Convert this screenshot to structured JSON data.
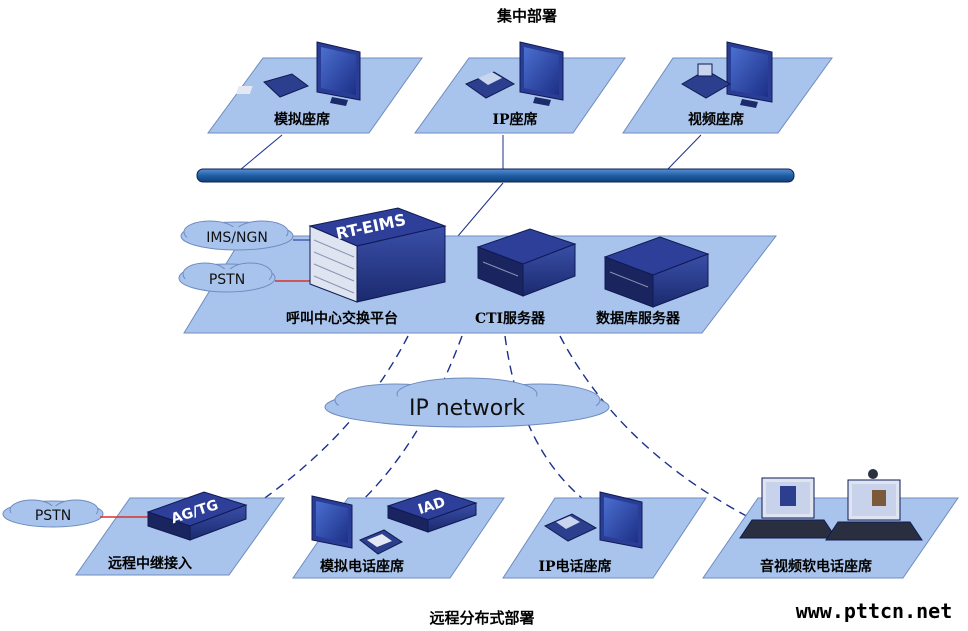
{
  "diagram": {
    "title_top": "集中部署",
    "title_bottom": "远程分布式部署",
    "watermark": "www.pttcn.net",
    "central_seats": [
      {
        "label": "模拟座席"
      },
      {
        "label": "IP座席"
      },
      {
        "label": "视频座席"
      }
    ],
    "platform": {
      "device_badge": "RT-EIMS",
      "switch_label": "呼叫中心交换平台",
      "cti_label": "CTI服务器",
      "db_label": "数据库服务器"
    },
    "clouds": {
      "ims": "IMS/NGN",
      "pstn_center": "PSTN",
      "ip_network": "IP network",
      "pstn_remote": "PSTN"
    },
    "remote": {
      "agtg_badge": "AG/TG",
      "agtg_label": "远程中继接入",
      "iad_badge": "IAD",
      "analog_label": "模拟电话座席",
      "ip_phone_label": "IP电话座席",
      "softphone_label": "音视频软电话座席"
    },
    "colors": {
      "platform_fill": "#a9c4ec",
      "cloud_fill": "#a9c4ec",
      "bus_fill": "#1f5fa8",
      "pstn_link": "#d8322b",
      "dashed_link": "#1b2f8c"
    }
  }
}
